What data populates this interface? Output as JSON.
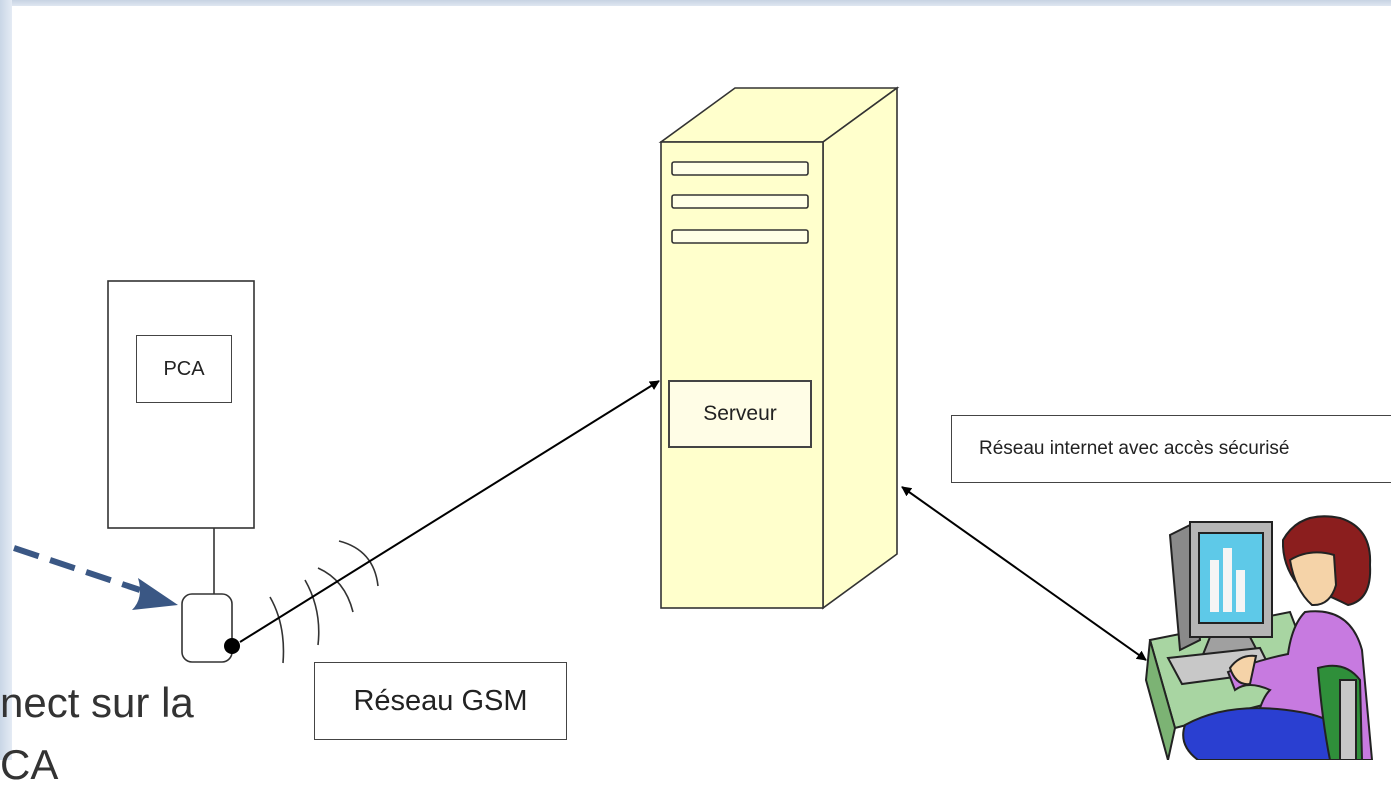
{
  "diagram": {
    "pca_label": "PCA",
    "serveur_label": "Serveur",
    "internet_label": "Réseau internet avec accès sécurisé",
    "gsm_label": "Réseau GSM",
    "cut_text": "nect sur la\nCA"
  },
  "colors": {
    "server_fill": "#ffffcc",
    "arrow_dashed": "#3a5784",
    "frame": "#c9d6e6"
  }
}
